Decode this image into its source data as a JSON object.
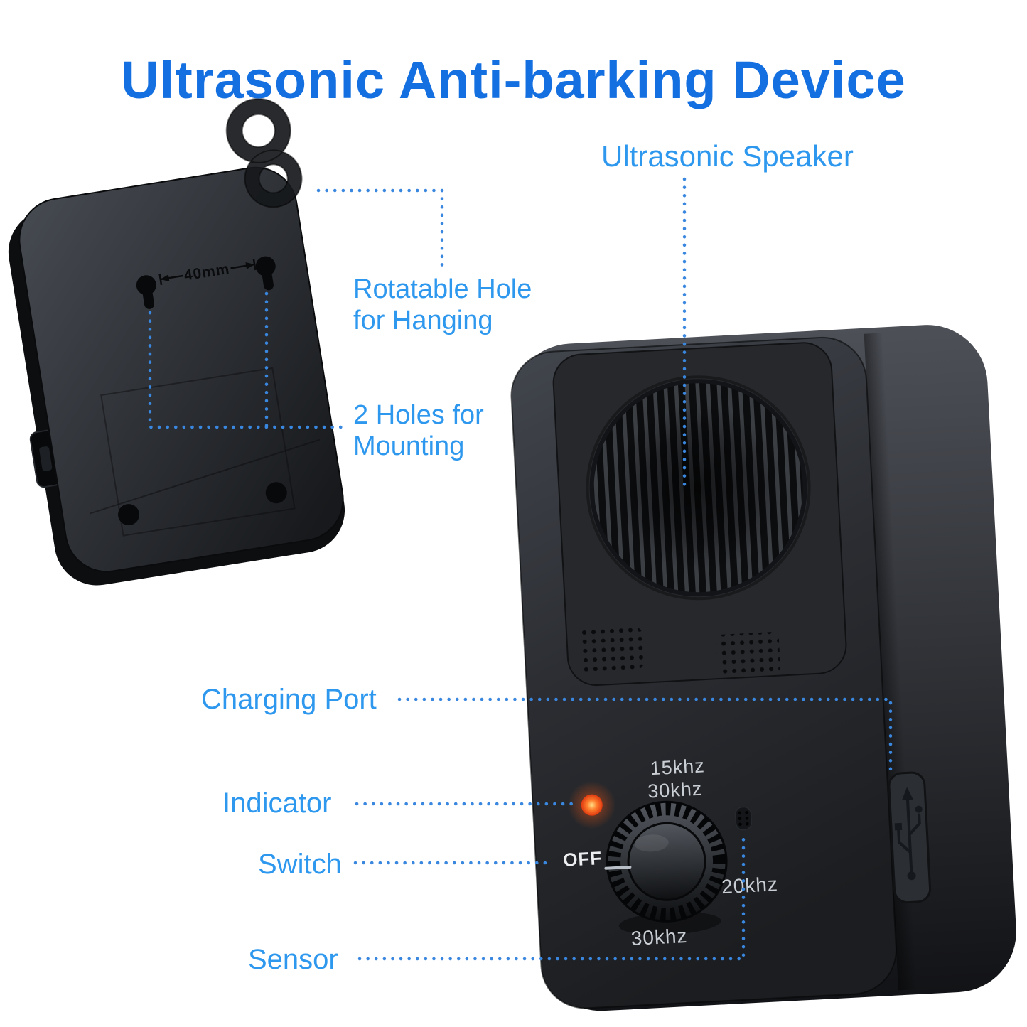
{
  "title": {
    "text": "Ultrasonic Anti-barking Device",
    "color": "#146fe0"
  },
  "callouts": {
    "ultrasonic_speaker": "Ultrasonic Speaker",
    "rotatable_hole_line1": "Rotatable Hole",
    "rotatable_hole_line2": "for Hanging",
    "mounting_holes_line1": "2 Holes for",
    "mounting_holes_line2": "Mounting",
    "charging_port": "Charging Port",
    "indicator": "Indicator",
    "switch": "Switch",
    "sensor": "Sensor",
    "text_color": "#2e98ee",
    "leader_line_color": "#3a87e0"
  },
  "device": {
    "back_view": {
      "dimension_label": "40mm"
    },
    "front_view": {
      "freq_top_line1": "15khz",
      "freq_top_line2": "30khz",
      "switch_off_label": "OFF",
      "freq_right": "20khz",
      "freq_bottom": "30khz",
      "body_color": "#2b2d32",
      "indicator_led_color": "#ff6a1e"
    }
  }
}
